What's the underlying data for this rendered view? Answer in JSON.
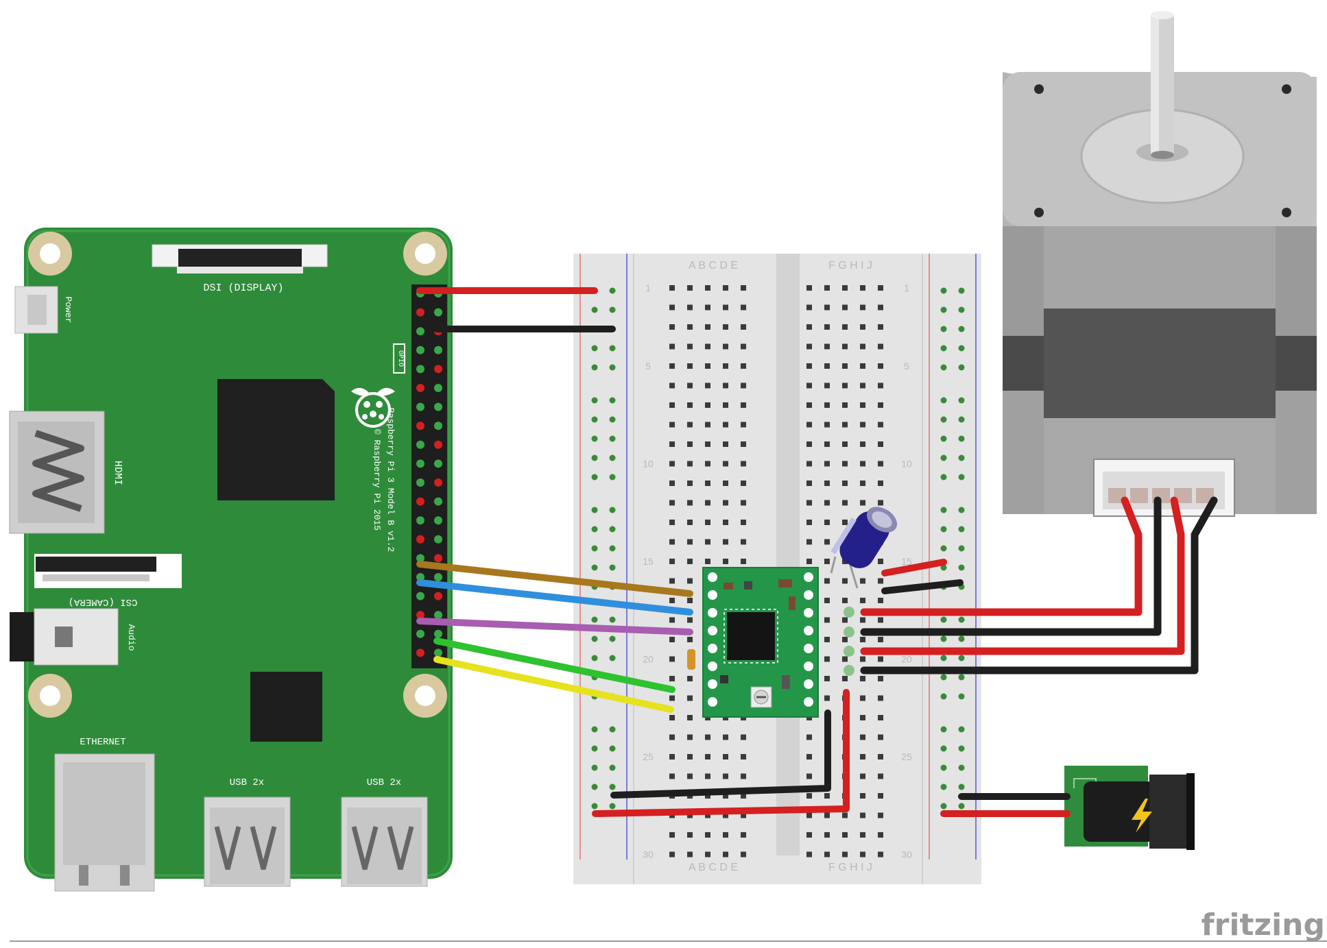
{
  "pi": {
    "labels": {
      "dsi": "DSI (DISPLAY)",
      "power": "Power",
      "hdmi": "HDMI",
      "csi": "CSI (CAMERA)",
      "audio": "Audio",
      "ethernet": "ETHERNET",
      "usb_left": "USB 2x",
      "usb_right": "USB 2x",
      "model": "Raspberry Pi 3 Model B v1.2",
      "copyright": "© Raspberry Pi 2015",
      "gpio": "GPIO"
    }
  },
  "breadboard": {
    "column_letters_left": "A B C D E",
    "column_letters_right": "F G H I J",
    "row_numbers": [
      "1",
      "5",
      "10",
      "15",
      "20",
      "25",
      "30"
    ]
  },
  "power_jack": {
    "icon": "lightning-icon"
  },
  "watermark": {
    "text": "fritzing"
  },
  "colors": {
    "pcb_green": "#2e8b3a",
    "driver_green": "#23964a",
    "wire_red": "#d42020",
    "wire_black": "#1e1e1e",
    "wire_brown": "#a8781e",
    "wire_blue": "#2f8fdc",
    "wire_purple": "#a85db0",
    "wire_green": "#2fc22f",
    "wire_yellow": "#e6e21e"
  }
}
